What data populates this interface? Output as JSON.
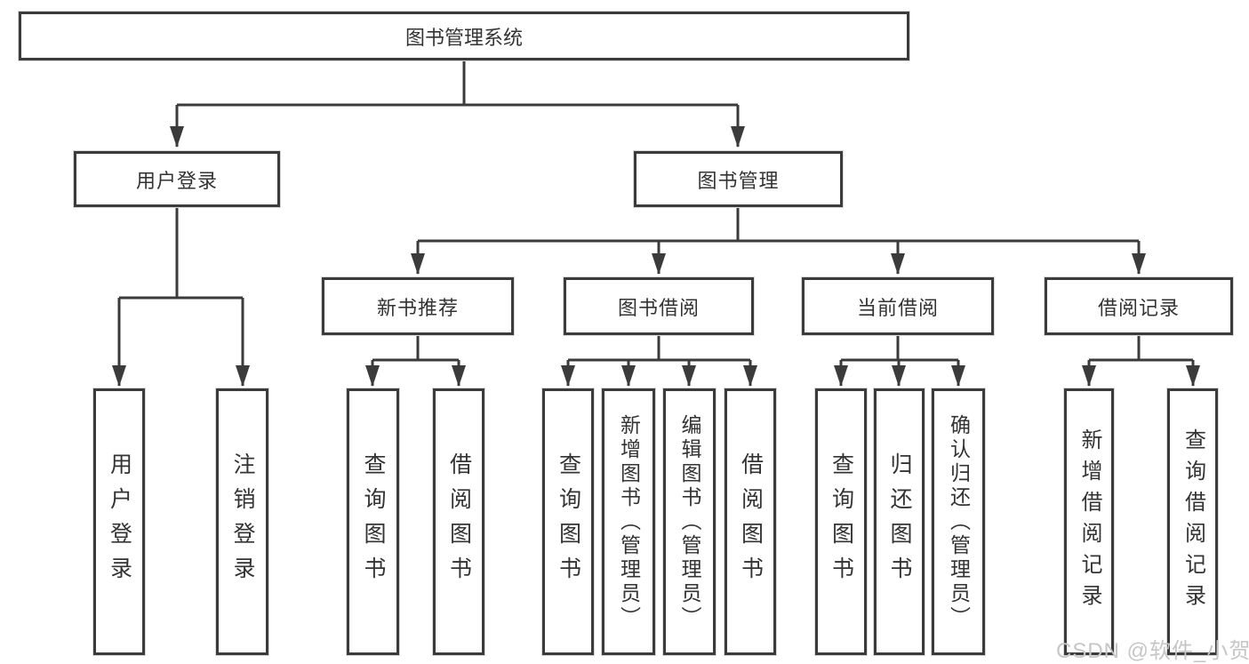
{
  "colors": {
    "line": "#3b3b3b",
    "text": "#333333",
    "watermark": "#c6c6c6",
    "background": "#ffffff"
  },
  "watermark": {
    "text": "CSDN @软件_小贺同学"
  },
  "diagram": {
    "type": "hierarchy-tree",
    "root": {
      "label": "图书管理系统"
    },
    "level2": [
      {
        "label": "用户登录"
      },
      {
        "label": "图书管理"
      }
    ],
    "level3": [
      {
        "label": "新书推荐",
        "parent": "图书管理"
      },
      {
        "label": "图书借阅",
        "parent": "图书管理"
      },
      {
        "label": "当前借阅",
        "parent": "图书管理"
      },
      {
        "label": "借阅记录",
        "parent": "图书管理"
      }
    ],
    "leaves": [
      {
        "label": "用户登录",
        "parent": "用户登录"
      },
      {
        "label": "注销登录",
        "parent": "用户登录"
      },
      {
        "label": "查询图书",
        "parent": "新书推荐"
      },
      {
        "label": "借阅图书",
        "parent": "新书推荐"
      },
      {
        "label": "查询图书",
        "parent": "图书借阅"
      },
      {
        "label": "新增图书（管理员）",
        "parent": "图书借阅"
      },
      {
        "label": "编辑图书（管理员）",
        "parent": "图书借阅"
      },
      {
        "label": "借阅图书",
        "parent": "图书借阅"
      },
      {
        "label": "查询图书",
        "parent": "当前借阅"
      },
      {
        "label": "归还图书",
        "parent": "当前借阅"
      },
      {
        "label": "确认归还（管理员）",
        "parent": "当前借阅"
      },
      {
        "label": "新增借阅记录",
        "parent": "借阅记录"
      },
      {
        "label": "查询借阅记录",
        "parent": "借阅记录"
      }
    ]
  }
}
